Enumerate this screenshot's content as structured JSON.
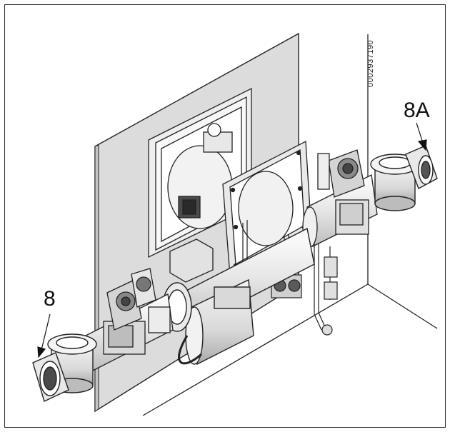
{
  "document_number": "0002937190",
  "callouts": {
    "left": "8",
    "right": "8A"
  }
}
